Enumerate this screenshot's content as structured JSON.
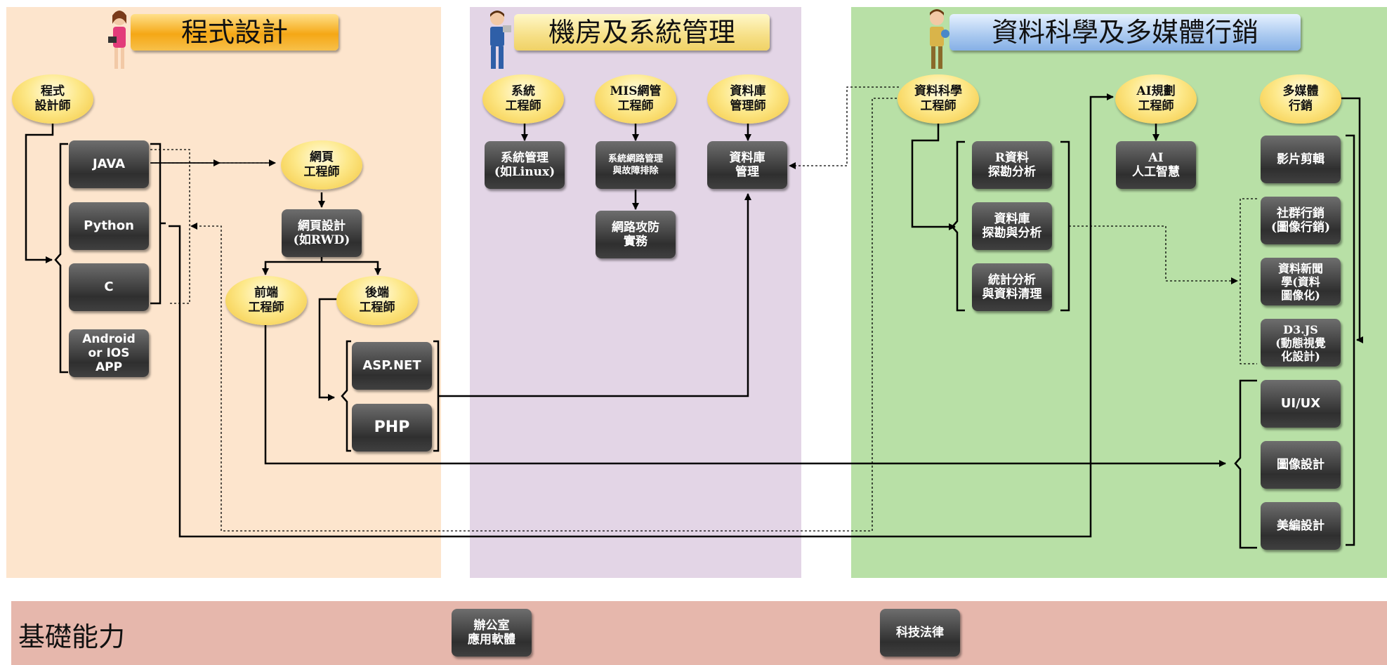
{
  "columns": {
    "programming": {
      "title": "程式設計",
      "roles": {
        "programmer": "程式\n設計師",
        "web_engineer": "網頁\n工程師",
        "frontend_engineer": "前端\n工程師",
        "backend_engineer": "後端\n工程師"
      },
      "skills": {
        "java": "JAVA",
        "python": "Python",
        "c": "C",
        "android_ios": "Android\nor IOS\nAPP",
        "web_design": "網頁設計\n(如RWD)",
        "asp_net": "ASP.NET",
        "php": "PHP"
      }
    },
    "systems": {
      "title": "機房及系統管理",
      "roles": {
        "system_engineer": "系統\n工程師",
        "mis_engineer": "MIS網管\n工程師",
        "dba": "資料庫\n管理師"
      },
      "skills": {
        "system_admin": "系統管理\n(如Linux)",
        "network_admin": "系統網路管理\n與故障排除",
        "network_security": "網路攻防\n實務",
        "database_admin": "資料庫\n管理"
      }
    },
    "data_science": {
      "title": "資料科學及多媒體行銷",
      "roles": {
        "data_scientist": "資料科學\n工程師",
        "ai_engineer": "AI規劃\n工程師",
        "multimedia_marketing": "多媒體\n行銷"
      },
      "skills": {
        "r_analysis": "R資料\n探勘分析",
        "db_mining": "資料庫\n探勘與分析",
        "statistics": "統計分析\n與資料清理",
        "ai": "AI\n人工智慧",
        "video_editing": "影片剪輯",
        "social_marketing": "社群行銷\n(圖像行銷)",
        "data_journalism": "資料新聞\n學(資料\n圖像化)",
        "d3js": "D3.JS\n(動態視覺\n化設計)",
        "ui_ux": "UI/UX",
        "graphic_design": "圖像設計",
        "layout_design": "美編設計"
      }
    }
  },
  "basic": {
    "title": "基礎能力",
    "skills": {
      "office_software": "辦公室\n應用軟體",
      "tech_law": "科技法律"
    }
  }
}
